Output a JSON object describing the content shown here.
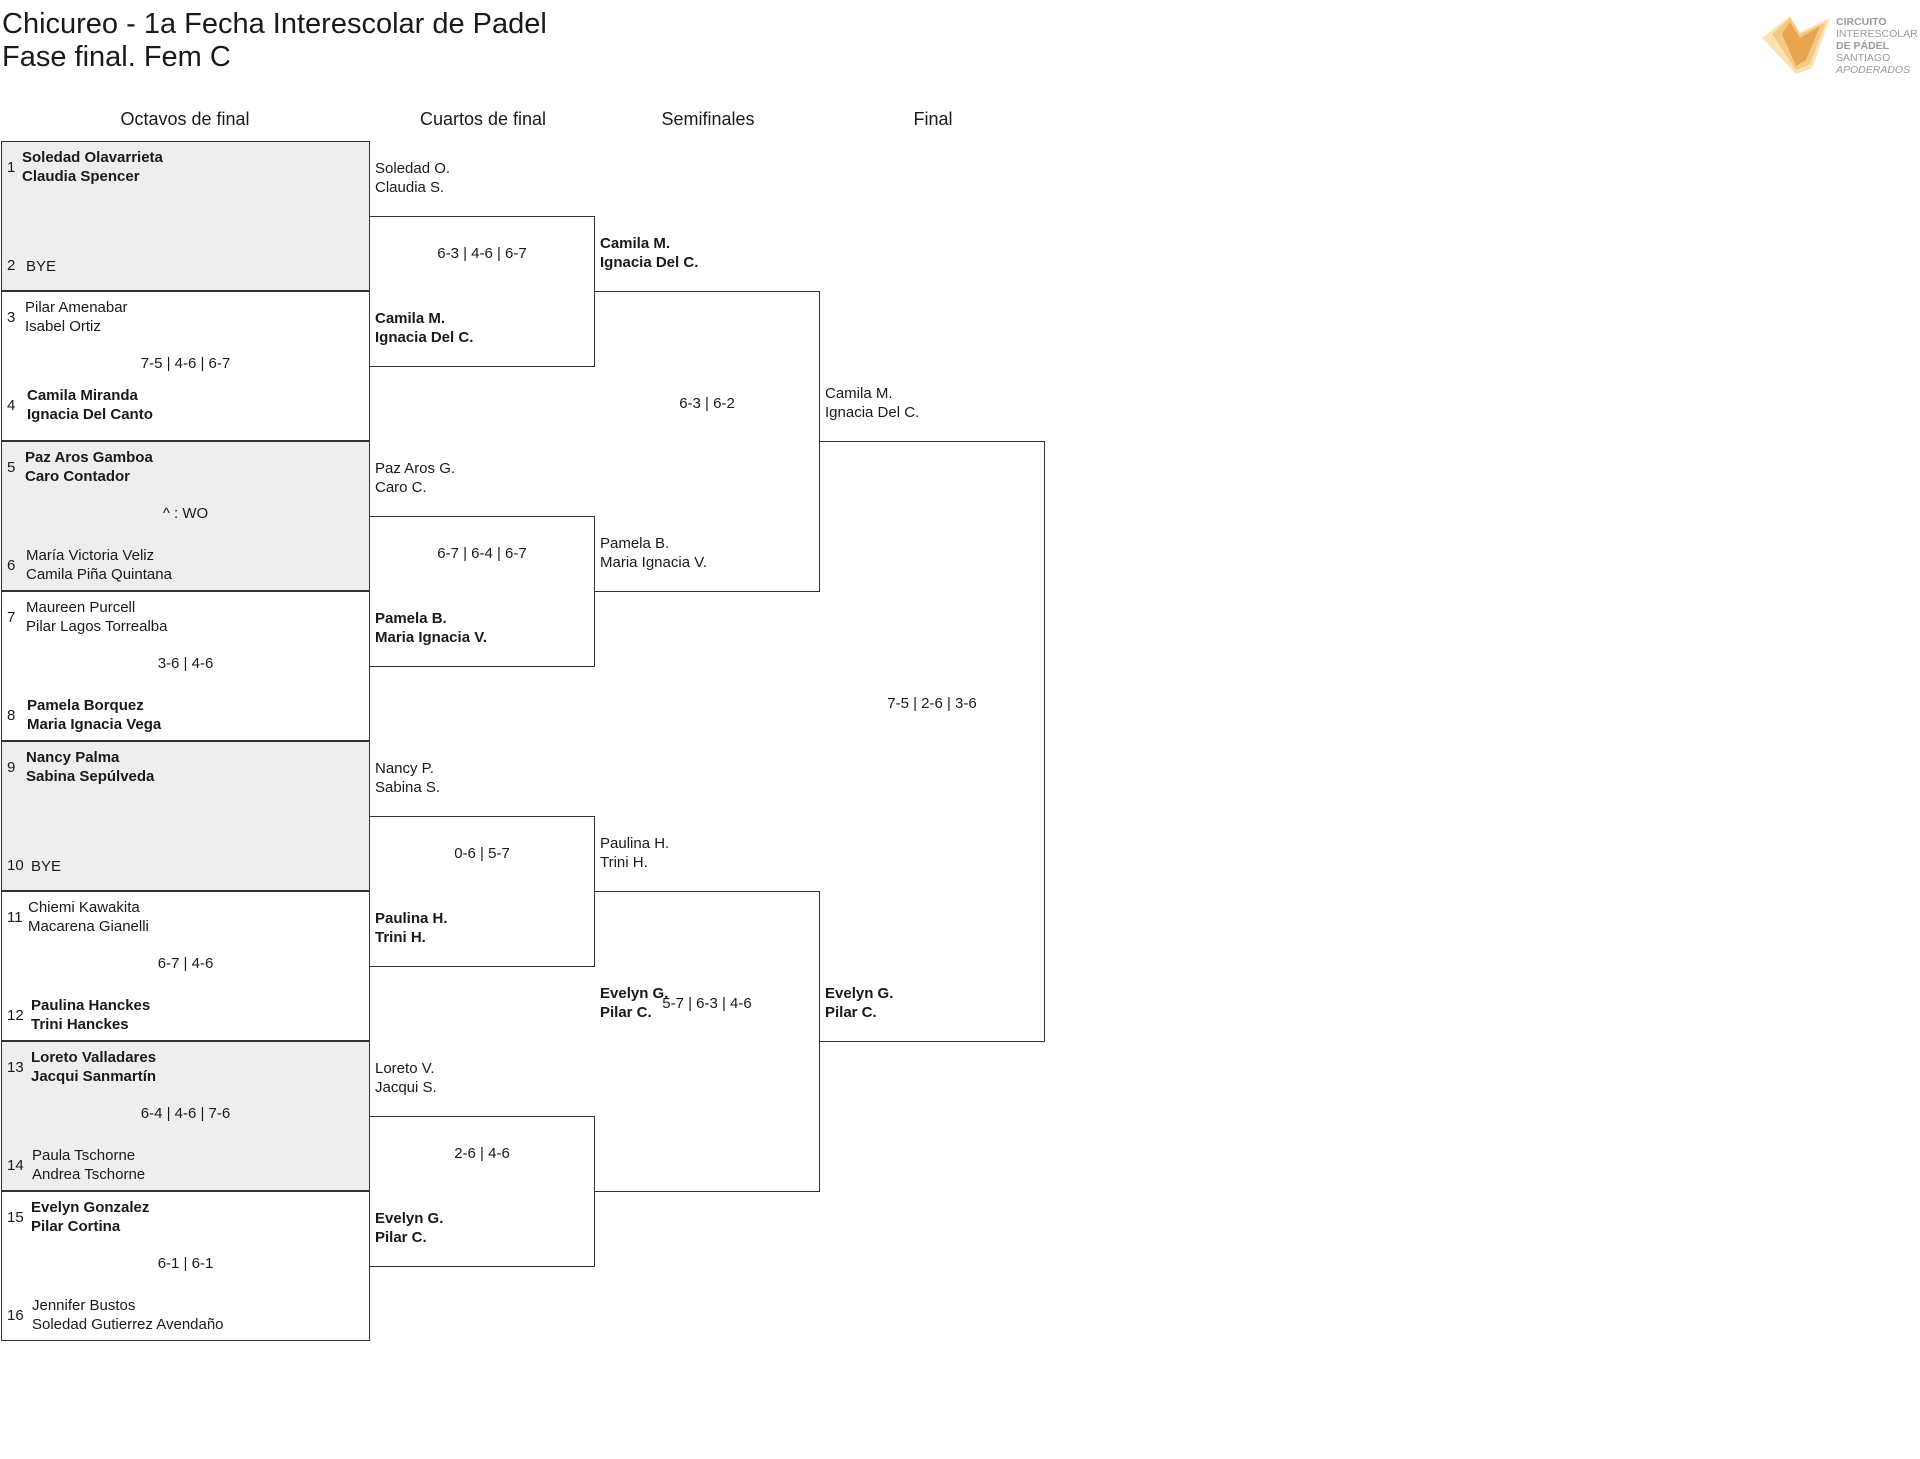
{
  "header": {
    "title": "Chicureo - 1a Fecha Interescolar de Padel",
    "subtitle": "Fase final. Fem C"
  },
  "logo": {
    "line1": "CIRCUITO",
    "line2": "INTERESCOLAR",
    "line3": "DE PÁDEL",
    "line4": "SANTIAGO",
    "line5": "APODERADOS",
    "colors": [
      "#e8a451",
      "#f3c985",
      "#fbe3b1"
    ]
  },
  "rounds": [
    "Octavos de final",
    "Cuartos de final",
    "Semifinales",
    "Final"
  ],
  "octavos": [
    {
      "shaded": true,
      "top": {
        "seed": "1",
        "p1": "Soledad Olavarrieta",
        "p2": "Claudia Spencer",
        "winner": true
      },
      "bottom": {
        "seed": "2",
        "p1": "BYE",
        "p2": "",
        "winner": false
      },
      "score": ""
    },
    {
      "shaded": false,
      "top": {
        "seed": "3",
        "p1": "Pilar Amenabar",
        "p2": "Isabel Ortiz",
        "winner": false
      },
      "bottom": {
        "seed": "4",
        "p1": "Camila Miranda",
        "p2": "Ignacia Del Canto",
        "winner": true
      },
      "score": "7-5 | 4-6 | 6-7"
    },
    {
      "shaded": true,
      "top": {
        "seed": "5",
        "p1": "Paz Aros Gamboa",
        "p2": "Caro Contador",
        "winner": true
      },
      "bottom": {
        "seed": "6",
        "p1": "María Victoria Veliz",
        "p2": "Camila Piña Quintana",
        "winner": false
      },
      "score": "",
      "wo": "^ : WO"
    },
    {
      "shaded": false,
      "top": {
        "seed": "7",
        "p1": "Maureen Purcell",
        "p2": "Pilar Lagos Torrealba",
        "winner": false
      },
      "bottom": {
        "seed": "8",
        "p1": "Pamela Borquez",
        "p2": "Maria Ignacia Vega",
        "winner": true
      },
      "score": "3-6 | 4-6"
    },
    {
      "shaded": true,
      "top": {
        "seed": "9",
        "p1": "Nancy Palma",
        "p2": "Sabina Sepúlveda",
        "winner": true
      },
      "bottom": {
        "seed": "10",
        "p1": "BYE",
        "p2": "",
        "winner": false
      },
      "score": ""
    },
    {
      "shaded": false,
      "top": {
        "seed": "11",
        "p1": "Chiemi Kawakita",
        "p2": "Macarena Gianelli",
        "winner": false
      },
      "bottom": {
        "seed": "12",
        "p1": "Paulina Hanckes",
        "p2": "Trini Hanckes",
        "winner": true
      },
      "score": "6-7 | 4-6"
    },
    {
      "shaded": true,
      "top": {
        "seed": "13",
        "p1": "Loreto Valladares",
        "p2": "Jacqui Sanmartín",
        "winner": true
      },
      "bottom": {
        "seed": "14",
        "p1": "Paula Tschorne",
        "p2": "Andrea Tschorne",
        "winner": false
      },
      "score": "6-4 | 4-6 | 7-6"
    },
    {
      "shaded": false,
      "top": {
        "seed": "15",
        "p1": "Evelyn Gonzalez",
        "p2": "Pilar Cortina",
        "winner": true
      },
      "bottom": {
        "seed": "16",
        "p1": "Jennifer Bustos",
        "p2": "Soledad Gutierrez Avendaño",
        "winner": false
      },
      "score": "6-1 | 6-1"
    }
  ],
  "cuartos": [
    {
      "top": {
        "p1": "Soledad O.",
        "p2": "Claudia S.",
        "winner": false
      },
      "bottom": {
        "p1": "Camila M.",
        "p2": "Ignacia Del C.",
        "winner": true
      },
      "score": "6-3 | 4-6 | 6-7"
    },
    {
      "top": {
        "p1": "Paz Aros G.",
        "p2": "Caro C.",
        "winner": false
      },
      "bottom": {
        "p1": "Pamela B.",
        "p2": "Maria Ignacia V.",
        "winner": true
      },
      "score": "6-7 | 6-4 | 6-7"
    },
    {
      "top": {
        "p1": "Nancy P.",
        "p2": "Sabina S.",
        "winner": false
      },
      "bottom": {
        "p1": "Paulina H.",
        "p2": "Trini H.",
        "winner": true
      },
      "score": "0-6 | 5-7"
    },
    {
      "top": {
        "p1": "Loreto V.",
        "p2": "Jacqui S.",
        "winner": false
      },
      "bottom": {
        "p1": "Evelyn G.",
        "p2": "Pilar C.",
        "winner": true
      },
      "score": "2-6 | 4-6"
    }
  ],
  "semis": [
    {
      "top": {
        "p1": "Camila M.",
        "p2": "Ignacia Del C.",
        "winner": true
      },
      "bottom": {
        "p1": "Pamela B.",
        "p2": "Maria Ignacia V.",
        "winner": false
      },
      "score": "6-3 | 6-2"
    },
    {
      "top": {
        "p1": "Paulina H.",
        "p2": "Trini H.",
        "winner": false
      },
      "bottom": {
        "p1": "Evelyn G.",
        "p2": "Pilar C.",
        "winner": true
      },
      "score": "5-7 | 6-3 | 4-6"
    }
  ],
  "final": {
    "top": {
      "p1": "Camila M.",
      "p2": "Ignacia Del C.",
      "winner": false
    },
    "bottom": {
      "p1": "Evelyn G.",
      "p2": "Pilar C.",
      "winner": true
    },
    "score": "7-5 | 2-6 | 3-6"
  }
}
